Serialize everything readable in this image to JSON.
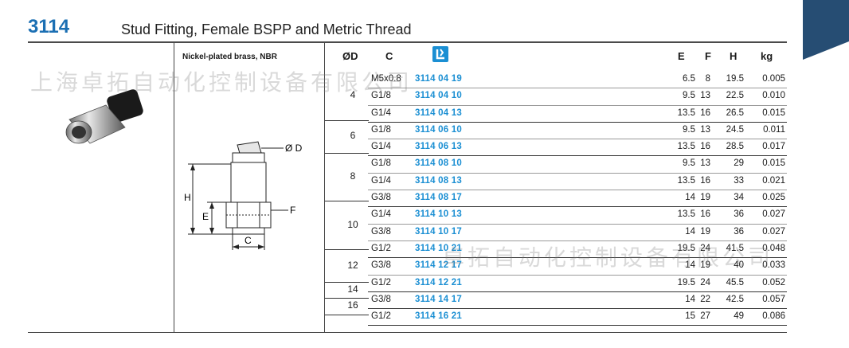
{
  "header": {
    "code": "3114",
    "title": "Stud Fitting, Female BSPP and Metric Thread"
  },
  "material": "Nickel-plated brass, NBR",
  "table": {
    "headers": {
      "od": "ØD",
      "c": "C",
      "e": "E",
      "f": "F",
      "h": "H",
      "kg": "kg"
    },
    "groups": [
      {
        "od": "4",
        "rows": [
          {
            "c": "M5x0.8",
            "part": "3114 04 19",
            "e": "6.5",
            "f": "8",
            "h": "19.5",
            "kg": "0.005"
          },
          {
            "c": "G1/8",
            "part": "3114 04 10",
            "e": "9.5",
            "f": "13",
            "h": "22.5",
            "kg": "0.010"
          },
          {
            "c": "G1/4",
            "part": "3114 04 13",
            "e": "13.5",
            "f": "16",
            "h": "26.5",
            "kg": "0.015"
          }
        ]
      },
      {
        "od": "6",
        "rows": [
          {
            "c": "G1/8",
            "part": "3114 06 10",
            "e": "9.5",
            "f": "13",
            "h": "24.5",
            "kg": "0.011"
          },
          {
            "c": "G1/4",
            "part": "3114 06 13",
            "e": "13.5",
            "f": "16",
            "h": "28.5",
            "kg": "0.017"
          }
        ]
      },
      {
        "od": "8",
        "rows": [
          {
            "c": "G1/8",
            "part": "3114 08 10",
            "e": "9.5",
            "f": "13",
            "h": "29",
            "kg": "0.015"
          },
          {
            "c": "G1/4",
            "part": "3114 08 13",
            "e": "13.5",
            "f": "16",
            "h": "33",
            "kg": "0.021"
          },
          {
            "c": "G3/8",
            "part": "3114 08 17",
            "e": "14",
            "f": "19",
            "h": "34",
            "kg": "0.025"
          }
        ]
      },
      {
        "od": "10",
        "rows": [
          {
            "c": "G1/4",
            "part": "3114 10 13",
            "e": "13.5",
            "f": "16",
            "h": "36",
            "kg": "0.027"
          },
          {
            "c": "G3/8",
            "part": "3114 10 17",
            "e": "14",
            "f": "19",
            "h": "36",
            "kg": "0.027"
          },
          {
            "c": "G1/2",
            "part": "3114 10 21",
            "e": "19.5",
            "f": "24",
            "h": "41.5",
            "kg": "0.048"
          }
        ]
      },
      {
        "od": "12",
        "rows": [
          {
            "c": "G3/8",
            "part": "3114 12 17",
            "e": "14",
            "f": "19",
            "h": "40",
            "kg": "0.033"
          },
          {
            "c": "G1/2",
            "part": "3114 12 21",
            "e": "19.5",
            "f": "24",
            "h": "45.5",
            "kg": "0.052"
          }
        ]
      },
      {
        "od": "14",
        "rows": [
          {
            "c": "G3/8",
            "part": "3114 14 17",
            "e": "14",
            "f": "22",
            "h": "42.5",
            "kg": "0.057"
          }
        ]
      },
      {
        "od": "16",
        "rows": [
          {
            "c": "G1/2",
            "part": "3114 16 21",
            "e": "15",
            "f": "27",
            "h": "49",
            "kg": "0.086"
          }
        ]
      }
    ]
  },
  "drawing": {
    "label_d": "Ø D",
    "label_f": "F",
    "label_h": "H",
    "label_e": "E",
    "label_c": "C"
  },
  "watermark": {
    "line1": "上海卓拓自动化控制设备有限公司",
    "line2": "卓拓自动化控制设备有限公司"
  },
  "colors": {
    "accent": "#1b6fb3",
    "part_number": "#1b8fd3",
    "corner_tab": "#264d73"
  }
}
